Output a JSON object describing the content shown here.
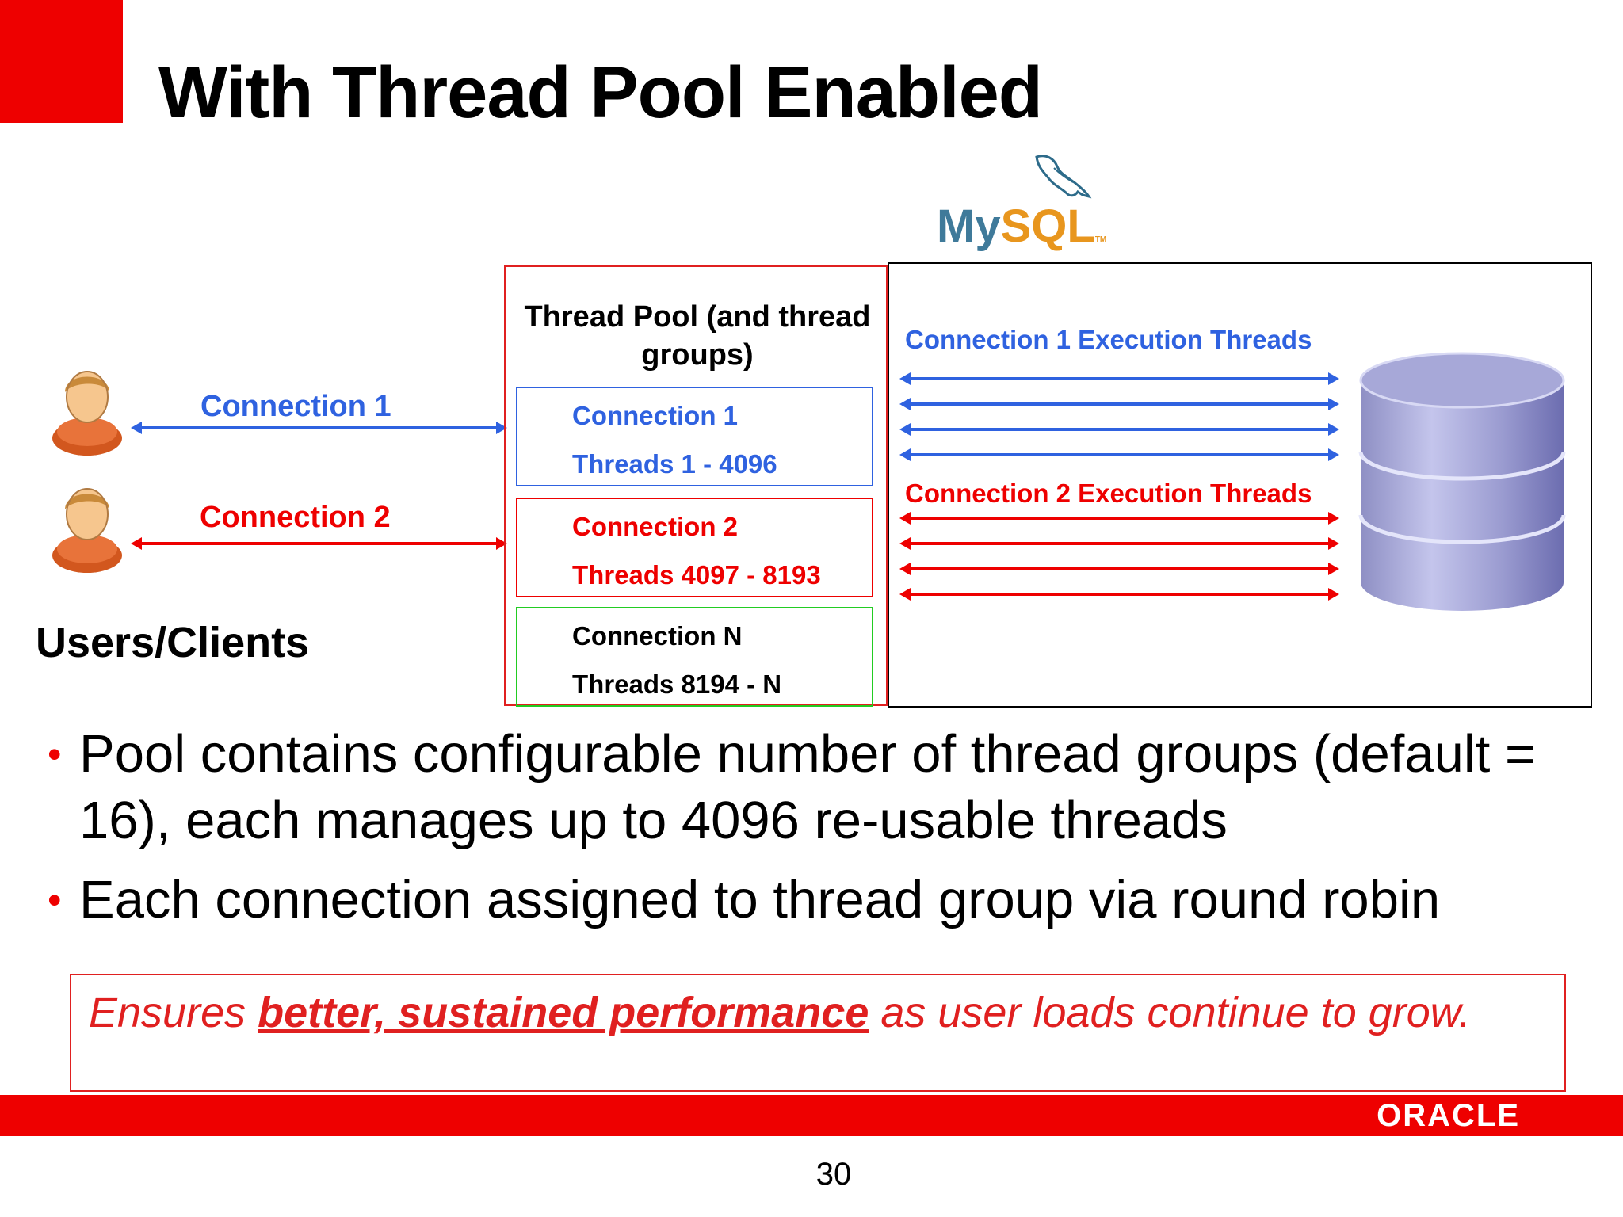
{
  "slide": {
    "title": "With Thread Pool Enabled",
    "page_number": "30"
  },
  "clients": {
    "label": "Users/Clients",
    "connection_1": "Connection 1",
    "connection_2": "Connection 2"
  },
  "mysql_logo": {
    "text_my": "My",
    "text_sql": "SQL",
    "tm": "TM"
  },
  "thread_pool": {
    "title": "Thread Pool (and thread groups)",
    "groups": [
      {
        "line1": "Connection 1",
        "line2": "Threads  1 - 4096",
        "color": "#2f62e0"
      },
      {
        "line1": "Connection 2",
        "line2": "Threads  4097 - 8193",
        "color": "#ee0000"
      },
      {
        "line1": "Connection N",
        "line2": "Threads  8194 - N",
        "color": "#22cc22"
      }
    ]
  },
  "execution": {
    "label_1": "Connection 1 Execution Threads",
    "label_2": "Connection 2 Execution Threads"
  },
  "bullets": [
    "Pool contains configurable number of thread groups (default = 16), each manages up to 4096 re-usable threads",
    "Each connection assigned to thread group via round robin"
  ],
  "callout": {
    "before": "Ensures ",
    "emphasis": "better, sustained performance",
    "after": " as user loads continue to grow."
  },
  "footer": {
    "logo_text": "ORACLE"
  }
}
